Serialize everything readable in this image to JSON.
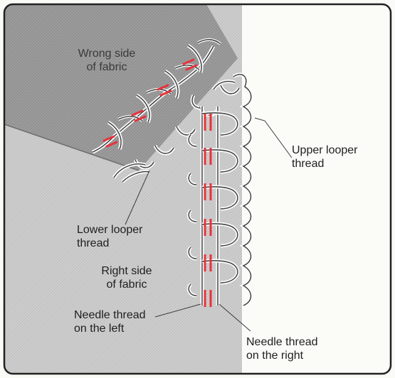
{
  "labels": {
    "wrong_side": "Wrong side\nof fabric",
    "right_side": "Right side\nof fabric",
    "upper_looper": "Upper looper\nthread",
    "lower_looper": "Lower looper\nthread",
    "needle_left": "Needle thread\non the left",
    "needle_right": "Needle thread\non the right"
  },
  "colors": {
    "needle_thread": "#e8323c",
    "fabric_right_side": "#c9c9c9",
    "fabric_wrong_side": "#9a9a9a",
    "frame": "#222222"
  }
}
